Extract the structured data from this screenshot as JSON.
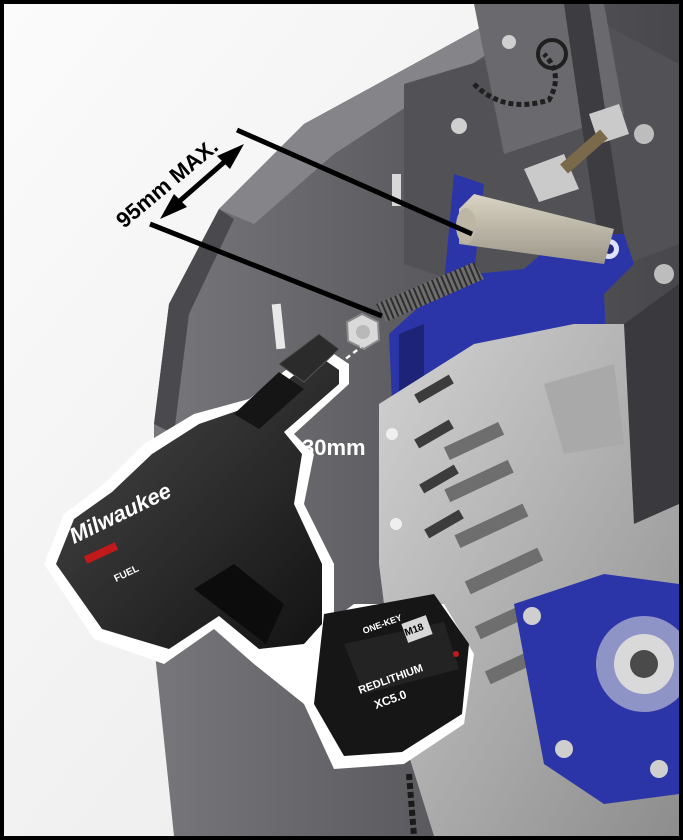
{
  "annotations": {
    "max_length": "95mm MAX.",
    "socket_size": "30mm"
  },
  "tool": {
    "brand_mark": "Milwaukee",
    "line_mark": "FUEL",
    "battery_brand": "M18",
    "battery_text": "REDLITHIUM",
    "battery_capacity": "XC5.0",
    "battery_feature": "ONE-KEY"
  },
  "colors": {
    "machine_grey": "#5e5e62",
    "machine_dark": "#3c3c40",
    "bracket_blue": "#2b35a8",
    "frame_border": "#000000",
    "callout_line": "#000000"
  },
  "icons": {
    "dimension_arrow": "double-arrow-icon",
    "nut": "hex-nut-icon"
  }
}
